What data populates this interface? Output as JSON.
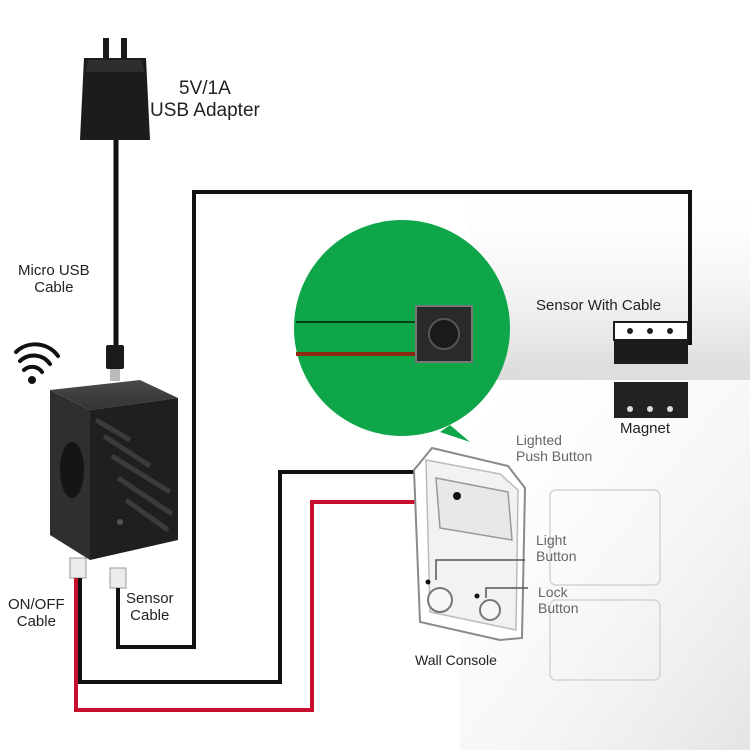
{
  "labels": {
    "adapter_line1": "5V/1A",
    "adapter_line2": "USB Adapter",
    "micro_usb_line1": "Micro USB",
    "micro_usb_line2": "Cable",
    "sensor_with_cable": "Sensor With Cable",
    "magnet": "Magnet",
    "lighted_line1": "Lighted",
    "lighted_line2": "Push Button",
    "light_line1": "Light",
    "light_line2": "Button",
    "lock_line1": "Lock",
    "lock_line2": "Button",
    "wall_console": "Wall  Console",
    "onoff_line1": "ON/OFF",
    "onoff_line2": "Cable",
    "sensor_cable_line1": "Sensor",
    "sensor_cable_line2": "Cable"
  },
  "colors": {
    "wire_black": "#111111",
    "wire_red": "#c8102e",
    "pcb_green": "#0fa64a",
    "device_body": "#2b2b2b"
  },
  "icons": [
    "wifi-icon",
    "push-button-icon"
  ]
}
